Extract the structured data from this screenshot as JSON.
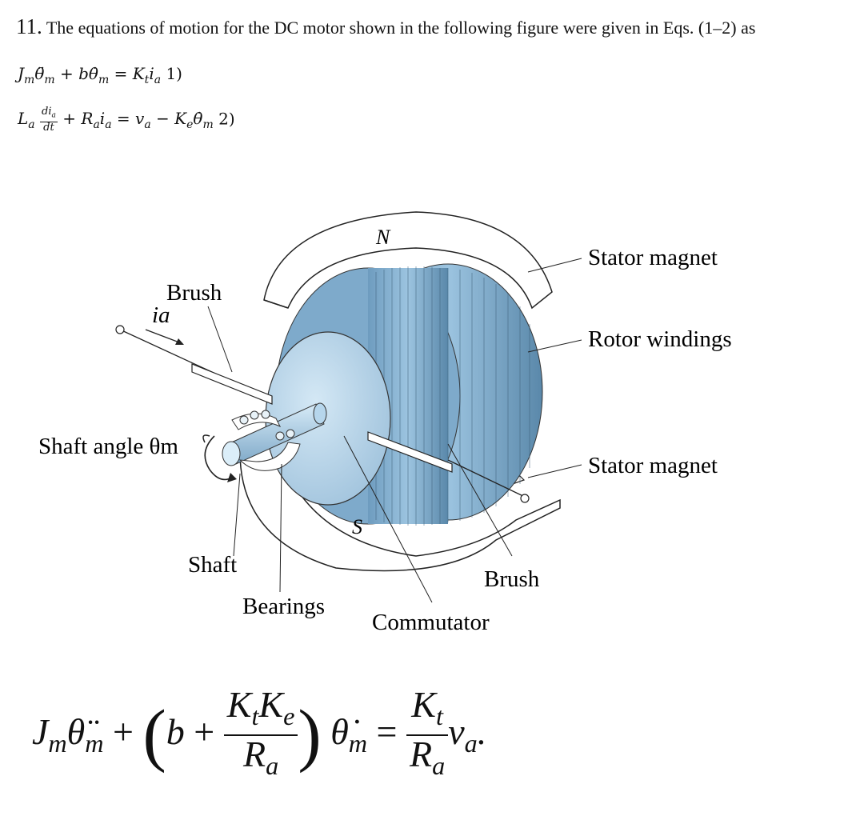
{
  "problem": {
    "number": "11.",
    "text": "The equations of motion for the DC motor shown in the following figure were given in Eqs. (1–2) as"
  },
  "equations": {
    "eq1": "Jmθ̈m + bθ̇m = Ktia 1)",
    "eq1_tag": "1)",
    "eq2": "La dia/dt + Raia = va − Keθ̇m 2)",
    "eq2_tag": "2)"
  },
  "figure": {
    "labels": {
      "pole_n": "N",
      "pole_s": "S",
      "stator_magnet_top": "Stator magnet",
      "rotor_windings": "Rotor windings",
      "stator_magnet_bottom": "Stator magnet",
      "brush_top": "Brush",
      "current": "ia",
      "shaft_angle": "Shaft angle θm",
      "shaft": "Shaft",
      "bearings": "Bearings",
      "commutator": "Commutator",
      "brush_bottom": "Brush"
    },
    "colors": {
      "rotor": "#8fb8d6",
      "rotor_dark": "#5d8db0",
      "commutator": "#b9d6ea",
      "shaft": "#9cc4e0",
      "magnet": "#ffffff",
      "outline": "#222222"
    }
  },
  "final_equation": "Jmθ̈m + (b + KtKe/Ra) θ̇m = Kt/Ra va."
}
